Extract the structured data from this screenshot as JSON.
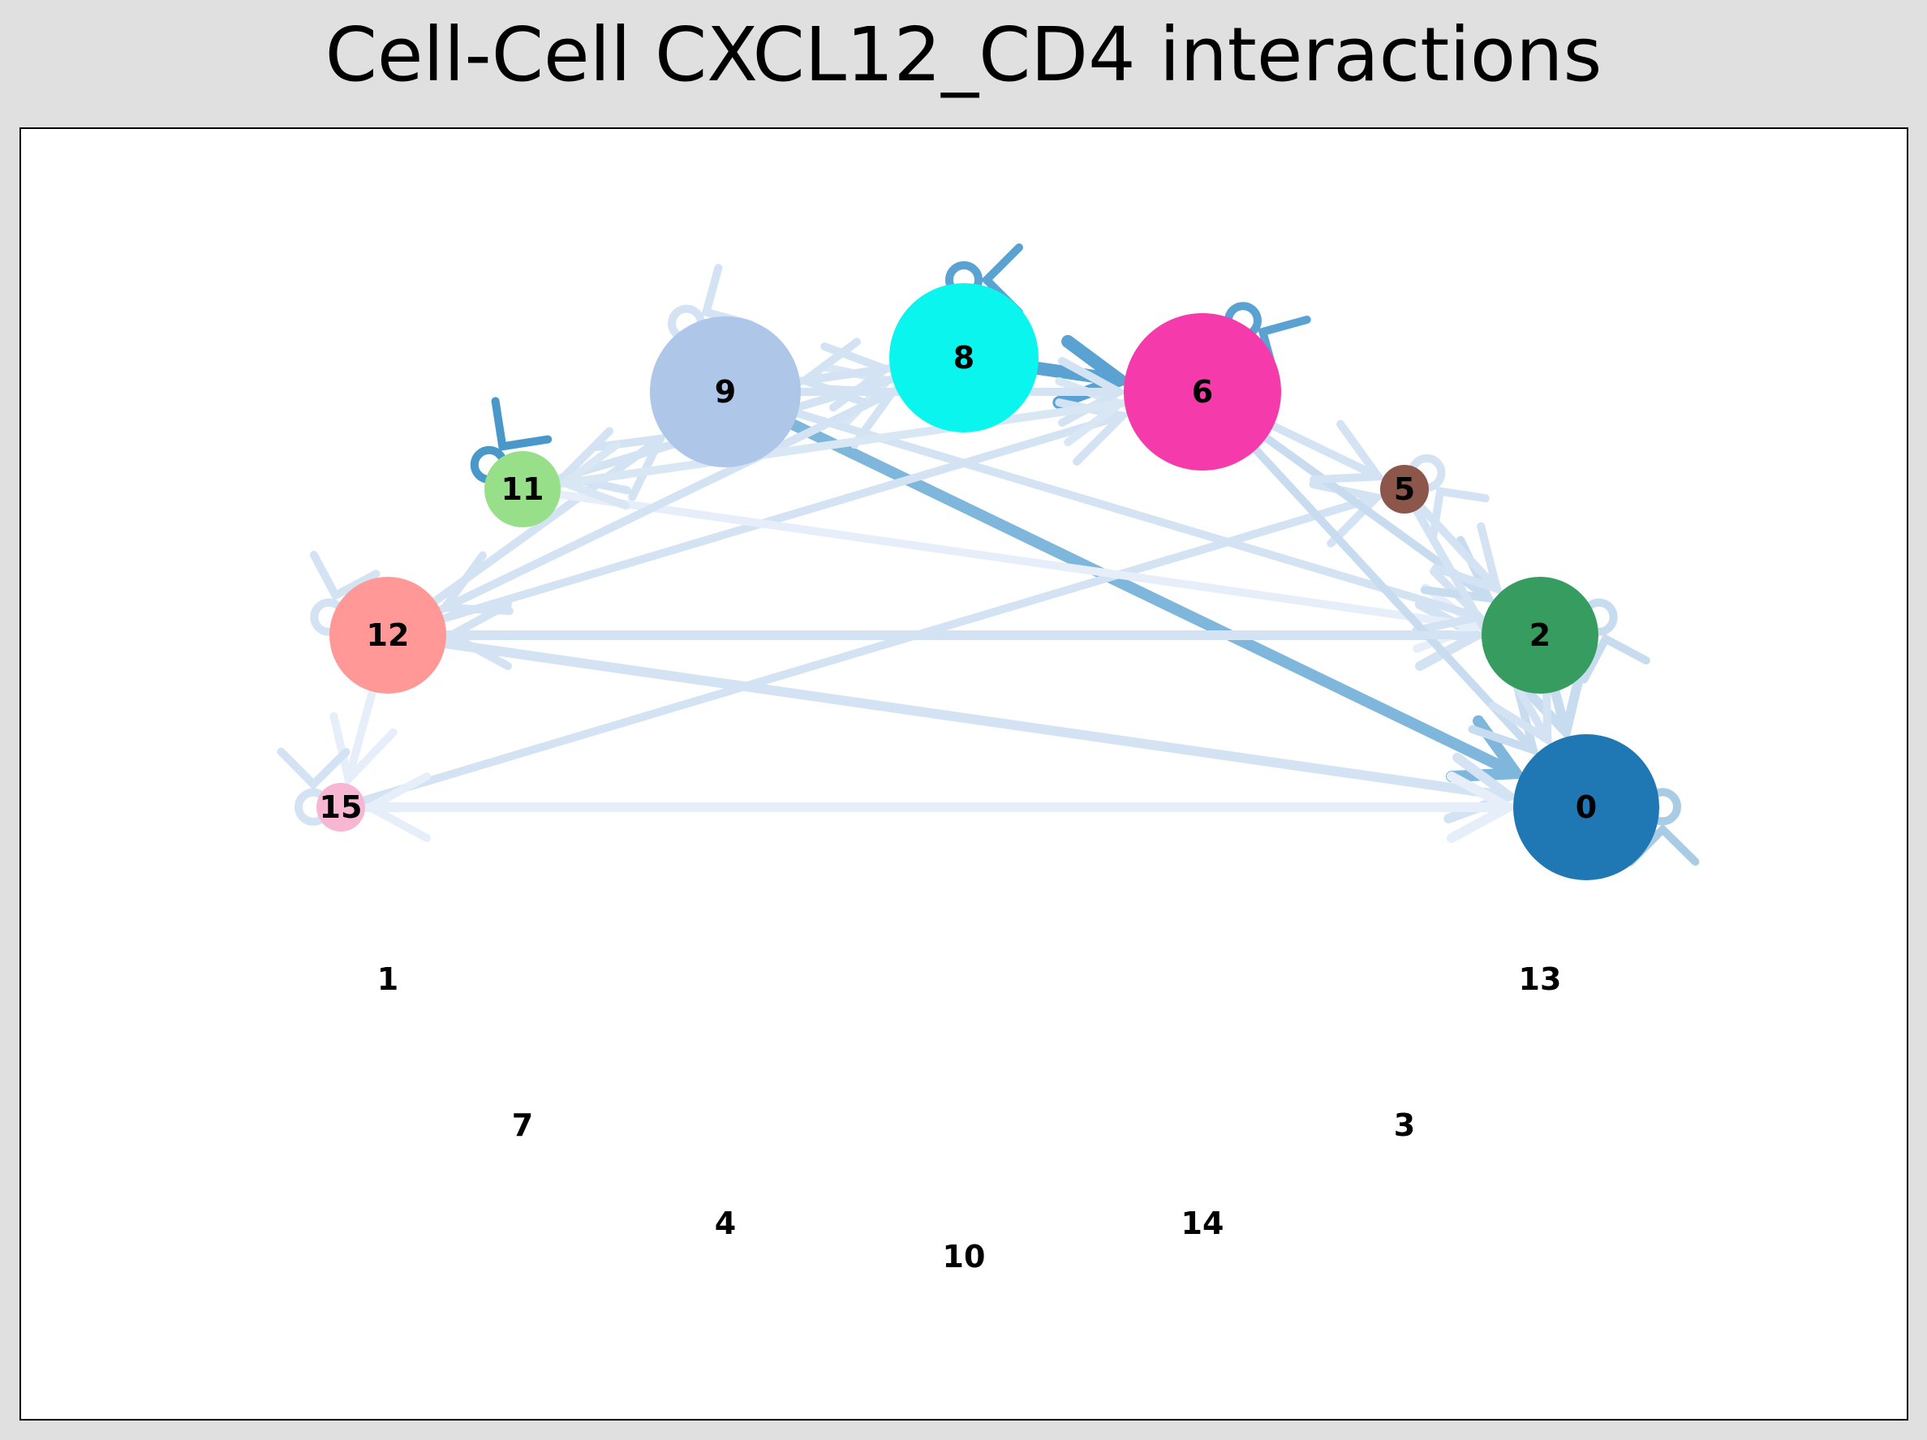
{
  "title": "Cell-Cell CXCL12_CD4 interactions",
  "nodes": [
    {
      "id": "0",
      "color": "#1f77b4",
      "r": 90
    },
    {
      "id": "1",
      "color": null,
      "r": 0
    },
    {
      "id": "2",
      "color": "#369c5f",
      "r": 72
    },
    {
      "id": "3",
      "color": null,
      "r": 0
    },
    {
      "id": "4",
      "color": null,
      "r": 0
    },
    {
      "id": "5",
      "color": "#8c564b",
      "r": 30
    },
    {
      "id": "6",
      "color": "#f53bab",
      "r": 97
    },
    {
      "id": "7",
      "color": null,
      "r": 0
    },
    {
      "id": "8",
      "color": "#0af5ee",
      "r": 92
    },
    {
      "id": "9",
      "color": "#aec7e8",
      "r": 93
    },
    {
      "id": "10",
      "color": null,
      "r": 0
    },
    {
      "id": "11",
      "color": "#98df8a",
      "r": 47
    },
    {
      "id": "12",
      "color": "#ff9896",
      "r": 72
    },
    {
      "id": "13",
      "color": null,
      "r": 0
    },
    {
      "id": "14",
      "color": null,
      "r": 0
    },
    {
      "id": "15",
      "color": "#f7b6d2",
      "r": 30
    }
  ],
  "edges": [
    {
      "source": "9",
      "target": "0",
      "color": "#7fb6db",
      "width": 14
    },
    {
      "source": "8",
      "target": "6",
      "color": "#5aa2d1",
      "width": 16
    },
    {
      "source": "12",
      "target": "0",
      "color": "#d3e3f3",
      "width": 12
    },
    {
      "source": "12",
      "target": "2",
      "color": "#d3e3f3",
      "width": 12
    },
    {
      "source": "15",
      "target": "0",
      "color": "#e6eff9",
      "width": 12
    },
    {
      "source": "15",
      "target": "5",
      "color": "#d3e3f3",
      "width": 10
    },
    {
      "source": "12",
      "target": "6",
      "color": "#d3e3f3",
      "width": 10
    },
    {
      "source": "12",
      "target": "8",
      "color": "#d3e3f3",
      "width": 10
    },
    {
      "source": "12",
      "target": "9",
      "color": "#d3e3f3",
      "width": 10
    },
    {
      "source": "11",
      "target": "8",
      "color": "#d9e7f5",
      "width": 10
    },
    {
      "source": "11",
      "target": "6",
      "color": "#d9e7f5",
      "width": 10
    },
    {
      "source": "11",
      "target": "2",
      "color": "#e6eff9",
      "width": 10
    },
    {
      "source": "9",
      "target": "8",
      "color": "#d3e3f3",
      "width": 10
    },
    {
      "source": "9",
      "target": "6",
      "color": "#d3e3f3",
      "width": 10
    },
    {
      "source": "9",
      "target": "2",
      "color": "#d3e3f3",
      "width": 10
    },
    {
      "source": "6",
      "target": "0",
      "color": "#c8dcf0",
      "width": 10
    },
    {
      "source": "6",
      "target": "2",
      "color": "#c8dcf0",
      "width": 10
    },
    {
      "source": "6",
      "target": "5",
      "color": "#d3e3f3",
      "width": 10
    },
    {
      "source": "8",
      "target": "11",
      "color": "#d3e3f3",
      "width": 10
    },
    {
      "source": "8",
      "target": "9",
      "color": "#d3e3f3",
      "width": 10
    },
    {
      "source": "8",
      "target": "12",
      "color": "#d3e3f3",
      "width": 10
    },
    {
      "source": "6",
      "target": "11",
      "color": "#d9e7f5",
      "width": 10
    },
    {
      "source": "2",
      "target": "12",
      "color": "#d3e3f3",
      "width": 10
    },
    {
      "source": "2",
      "target": "0",
      "color": "#c8dcf0",
      "width": 12
    },
    {
      "source": "5",
      "target": "0",
      "color": "#d3e3f3",
      "width": 10
    },
    {
      "source": "5",
      "target": "2",
      "color": "#d3e3f3",
      "width": 10
    },
    {
      "source": "12",
      "target": "15",
      "color": "#e6eff9",
      "width": 10
    },
    {
      "source": "0",
      "target": "15",
      "color": "#e6eff9",
      "width": 10
    }
  ],
  "self_loops": [
    {
      "node": "11",
      "color": "#4a98c9"
    },
    {
      "node": "0",
      "color": "#a9cce4"
    },
    {
      "node": "5",
      "color": "#d3e3f3"
    },
    {
      "node": "15",
      "color": "#d3e3f3"
    },
    {
      "node": "12",
      "color": "#d3e3f3"
    },
    {
      "node": "8",
      "color": "#5aa2d1"
    },
    {
      "node": "6",
      "color": "#5aa2d1"
    },
    {
      "node": "9",
      "color": "#d3e3f3"
    },
    {
      "node": "2",
      "color": "#c8dcf0"
    }
  ]
}
